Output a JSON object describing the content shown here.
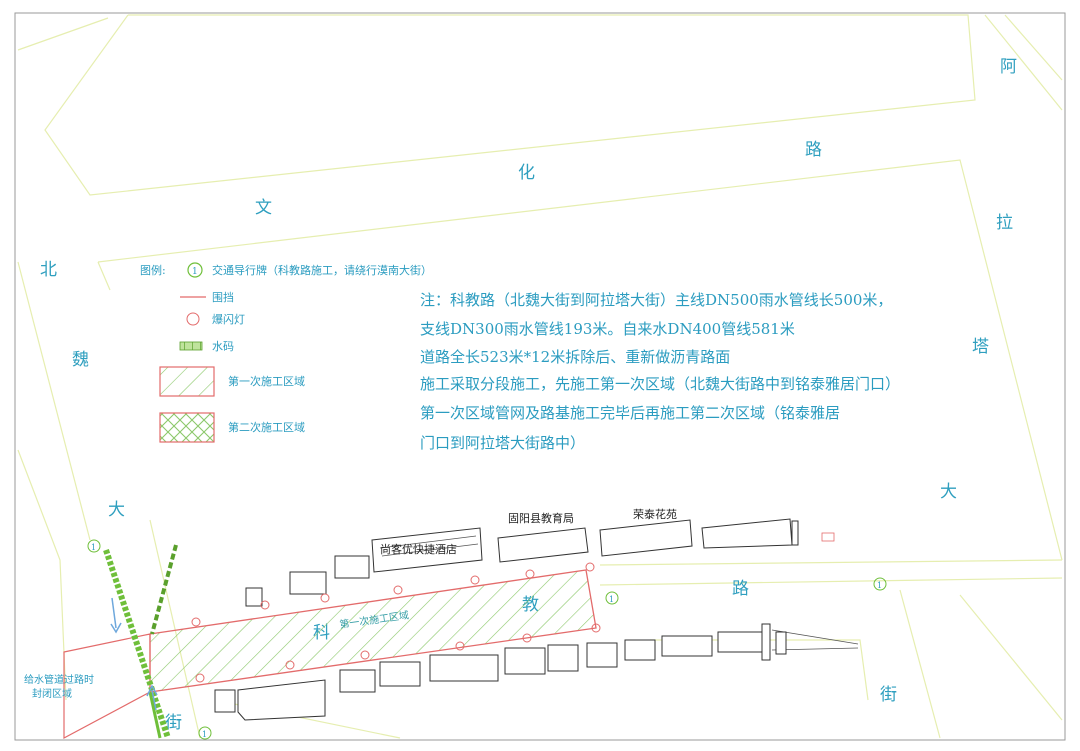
{
  "streets": {
    "wenhua": [
      "文",
      "化",
      "路"
    ],
    "beiwei": [
      "北",
      "魏",
      "大"
    ],
    "alata": [
      "阿",
      "拉",
      "塔",
      "大",
      "街"
    ],
    "kejiao": [
      "科",
      "教",
      "路"
    ],
    "jie": "街"
  },
  "legend": {
    "title": "图例:",
    "sign_symbol": "1",
    "sign": "交通导行牌（科教路施工，请绕行漠南大街）",
    "barrier": "围挡",
    "flash_lamp": "爆闪灯",
    "water_horse": "水码",
    "zone1": "第一次施工区域",
    "zone2": "第二次施工区域"
  },
  "note": {
    "line1": "注：科教路（北魏大街到阿拉塔大街）主线DN500雨水管线长500米，",
    "line2": "支线DN300雨水管线193米。自来水DN400管线581米",
    "line3": "道路全长523米*12米拆除后、重新做沥青路面",
    "line4": "施工采取分段施工，先施工第一次区域（北魏大街路中到铭泰雅居门口）",
    "line5": "第一次区域管网及路基施工完毕后再施工第二次区域（铭泰雅居",
    "line6": "门口到阿拉塔大街路中）"
  },
  "buildings": {
    "hotel": "尚客优快捷酒店",
    "education": "固阳县教育局",
    "rongtai": "荣泰花苑"
  },
  "zone_label": "第一次施工区域",
  "water_closure": {
    "line1": "给水管道过路时",
    "line2": "封闭区域"
  },
  "colors": {
    "barrier": "#e36b6b",
    "zone_hatch": "#8cc86a",
    "text": "#2b9cc0",
    "road": "#e6eeb0",
    "water_horse": "#6fbf3a"
  }
}
